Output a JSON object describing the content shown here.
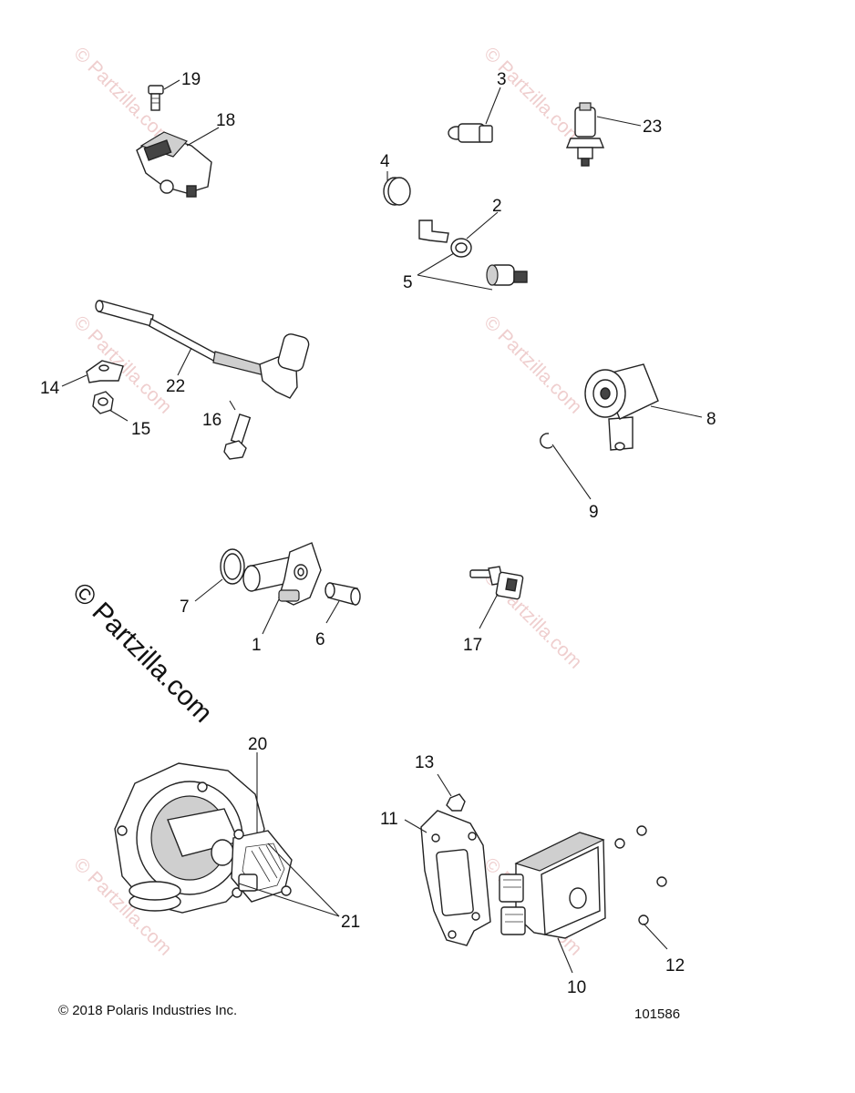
{
  "watermark": "© Partzilla.com",
  "copyright": "© 2018 Polaris Industries Inc.",
  "diagram_id": "101586",
  "callouts": {
    "c1": "1",
    "c2": "2",
    "c3": "3",
    "c4": "4",
    "c5": "5",
    "c6": "6",
    "c7": "7",
    "c8": "8",
    "c9": "9",
    "c10": "10",
    "c11": "11",
    "c12": "12",
    "c13": "13",
    "c14": "14",
    "c15": "15",
    "c16": "16",
    "c17": "17",
    "c18": "18",
    "c19": "19",
    "c20": "20",
    "c21": "21",
    "c22": "22",
    "c23": "23"
  }
}
